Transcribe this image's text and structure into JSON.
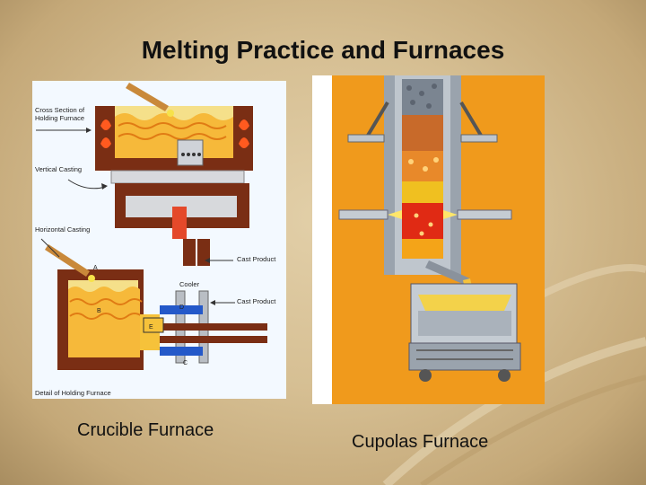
{
  "slide": {
    "title": "Melting Practice and Furnaces"
  },
  "left_figure": {
    "caption": "Crucible Furnace",
    "labels": {
      "cross_section_line1": "Cross Section of",
      "cross_section_line2": "Holding Furnace",
      "vertical_casting": "Vertical Casting",
      "horizontal_casting": "Horizontal Casting",
      "cast_product_1": "Cast Product",
      "cooler": "Cooler",
      "cast_product_2": "Cast Product",
      "marker_a": "A",
      "marker_b": "B",
      "marker_c": "C",
      "marker_d": "D",
      "marker_e": "E",
      "detail": "Detail of Holding Furnace"
    }
  },
  "right_figure": {
    "caption": "Cupolas Furnace"
  },
  "colors": {
    "background": "#d6bf93",
    "furnace_brown": "#7a2e14",
    "molten": "#f6c23a",
    "diagram_bg": "#f3f9ff",
    "cupola_bg": "#f09a1c"
  }
}
